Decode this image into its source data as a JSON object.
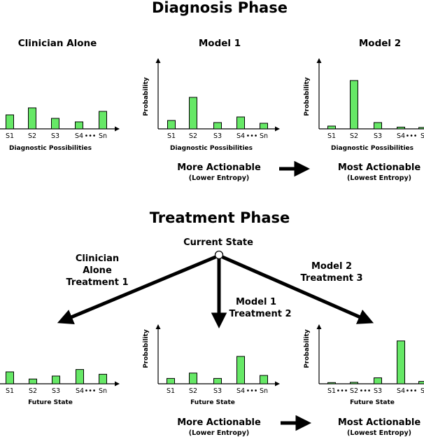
{
  "diagnosis": {
    "title": "Diagnosis Phase",
    "more_label": "More Actionable",
    "more_sub": "(Lower Entropy)",
    "most_label": "Most Actionable",
    "most_sub": "(Lowest Entropy)"
  },
  "treatment": {
    "title": "Treatment Phase",
    "root_label": "Current State",
    "branch_left": [
      "Clinician",
      "Alone",
      "Treatment 1"
    ],
    "branch_mid": [
      "Model 1",
      "Treatment 2"
    ],
    "branch_right": [
      "Model 2",
      "Treatment 3"
    ],
    "more_label": "More Actionable",
    "more_sub": "(Lower Entropy)",
    "most_label": "Most Actionable",
    "most_sub": "(Lowest Entropy)"
  },
  "ellipsis": "•••",
  "chart_data": [
    {
      "type": "bar",
      "title": "Clinician Alone",
      "xlabel": "Diagnostic Possibilities",
      "ylabel": "",
      "categories": [
        "S1",
        "S2",
        "S3",
        "S4",
        "Sn"
      ],
      "values": [
        0.2,
        0.3,
        0.15,
        0.1,
        0.25
      ],
      "ylim": [
        0,
        1
      ]
    },
    {
      "type": "bar",
      "title": "Model 1",
      "xlabel": "Diagnostic Possibilities",
      "ylabel": "Probability",
      "categories": [
        "S1",
        "S2",
        "S3",
        "S4",
        "Sn"
      ],
      "values": [
        0.12,
        0.45,
        0.09,
        0.17,
        0.08
      ],
      "ylim": [
        0,
        1
      ]
    },
    {
      "type": "bar",
      "title": "Model 2",
      "xlabel": "Diagnostic Possibilities",
      "ylabel": "Probability",
      "categories": [
        "S1",
        "S2",
        "S3",
        "S4",
        "S"
      ],
      "values": [
        0.04,
        0.69,
        0.09,
        0.025,
        0.02
      ],
      "ylim": [
        0,
        1
      ]
    },
    {
      "type": "bar",
      "title": "",
      "xlabel": "Future State",
      "ylabel": "",
      "categories": [
        "S1",
        "S2",
        "S3",
        "S4",
        "Sn"
      ],
      "values": [
        0.2,
        0.08,
        0.13,
        0.24,
        0.16
      ],
      "ylim": [
        0,
        1
      ]
    },
    {
      "type": "bar",
      "title": "",
      "xlabel": "Future State",
      "ylabel": "Probability",
      "categories": [
        "S1",
        "S2",
        "S3",
        "S4",
        "Sn"
      ],
      "values": [
        0.09,
        0.18,
        0.09,
        0.46,
        0.14
      ],
      "ylim": [
        0,
        1
      ]
    },
    {
      "type": "bar",
      "title": "",
      "xlabel": "Future State",
      "ylabel": "Probability",
      "categories": [
        "S1",
        "S2",
        "S3",
        "S4",
        "S"
      ],
      "values": [
        0.02,
        0.025,
        0.1,
        0.72,
        0.04
      ],
      "ylim": [
        0,
        1
      ]
    }
  ]
}
